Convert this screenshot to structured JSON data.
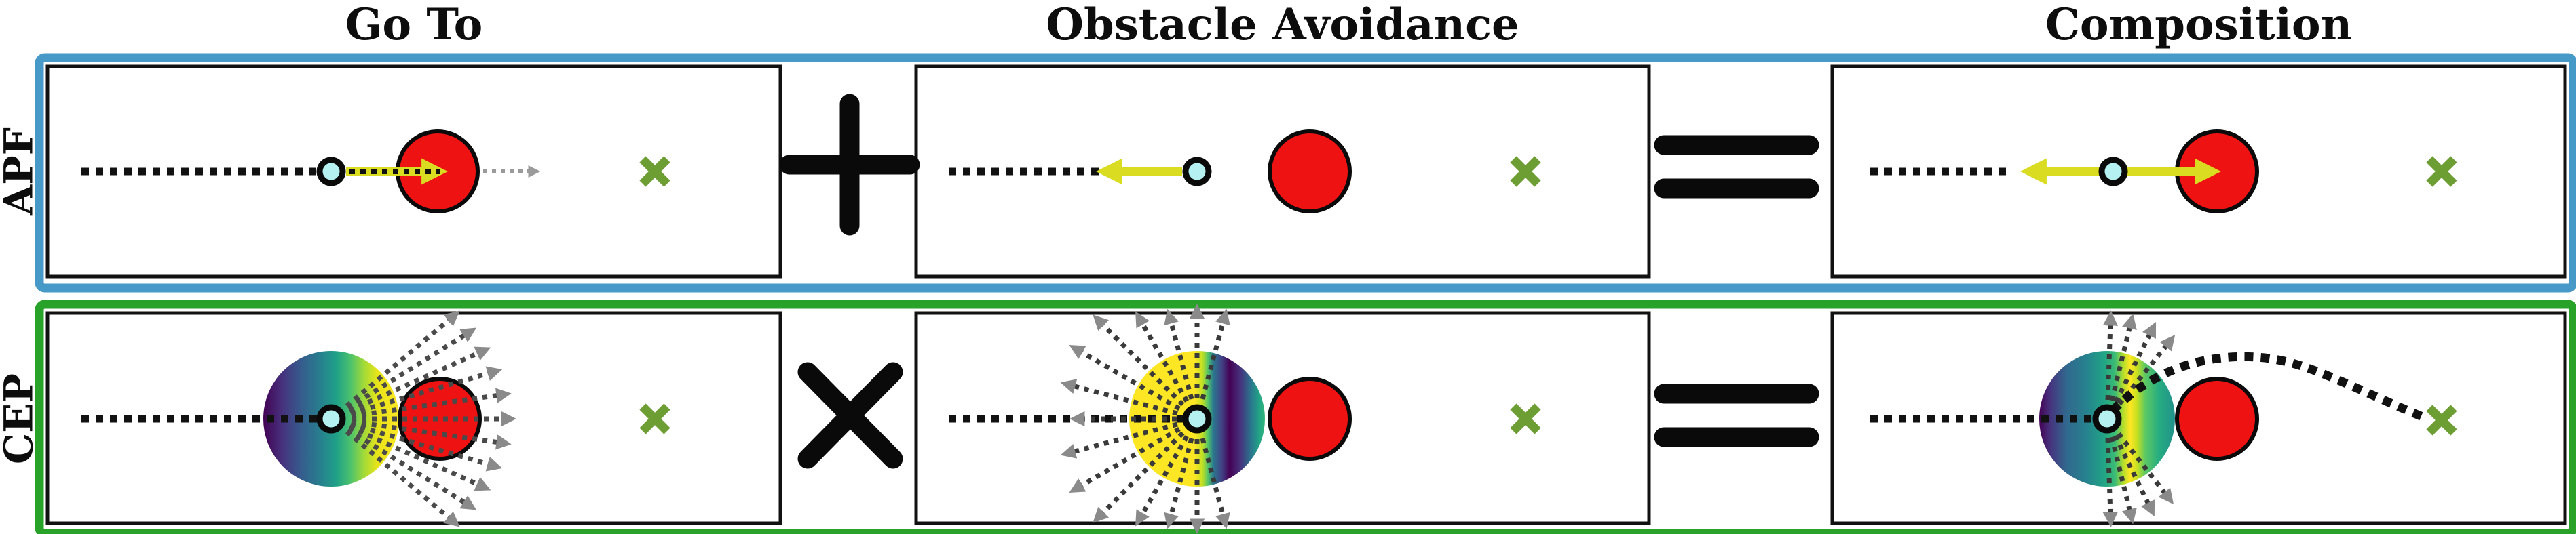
{
  "columns": [
    "Go To",
    "Obstacle Avoidance",
    "Composition"
  ],
  "rows": [
    "APF",
    "CEP"
  ],
  "operators": {
    "apf": [
      "+",
      "="
    ],
    "cep": [
      "×",
      "="
    ]
  },
  "colors": {
    "apf_frame": "#4799c8",
    "cep_frame": "#28a228",
    "obstacle": "#ee1212",
    "robot": "#b5f1f1",
    "force_arrow": "#d9dc21",
    "goal_marker": "#6d9e33",
    "viridis_scale": [
      "#440154",
      "#46327e",
      "#365c8d",
      "#21918c",
      "#5ec962",
      "#fde725"
    ]
  },
  "glyphs": {
    "robot": "cyan-circle",
    "obstacle": "red-circle",
    "goal": "green-x-marker",
    "trajectory": "black-dotted-line",
    "sampled_directions": "gray-dashed-arrows",
    "force": "yellow-arrow"
  }
}
